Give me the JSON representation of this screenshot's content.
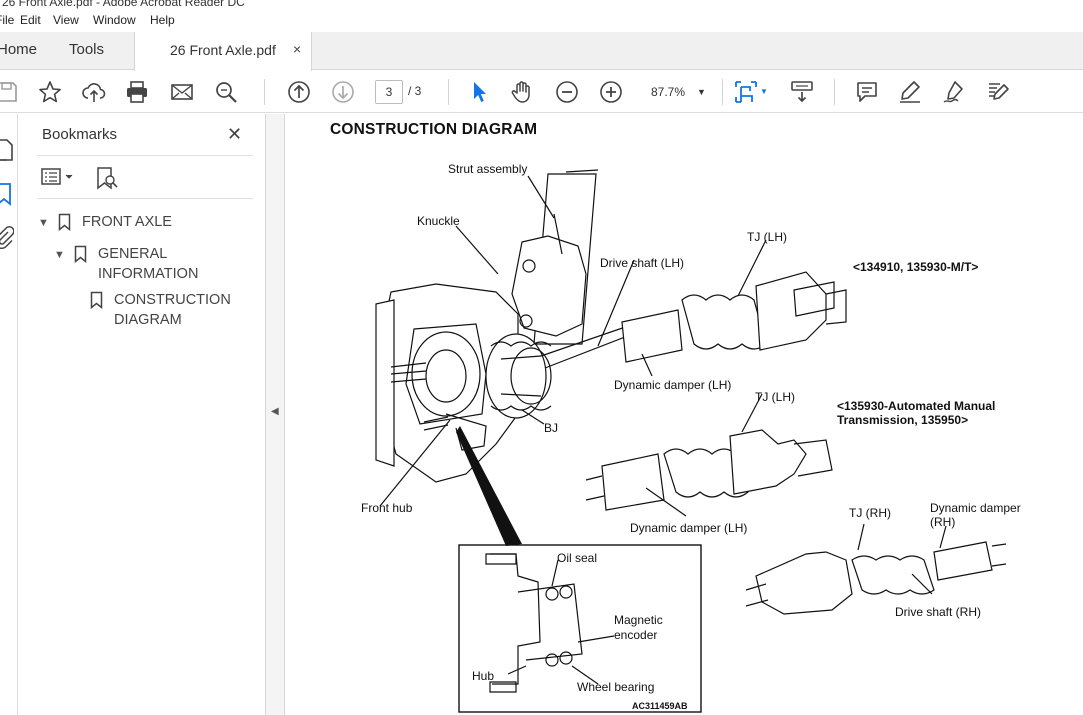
{
  "window": {
    "title": "26 Front Axle.pdf - Adobe Acrobat Reader DC"
  },
  "menu": [
    "File",
    "Edit",
    "View",
    "Window",
    "Help"
  ],
  "tabs": {
    "home": "Home",
    "tools": "Tools",
    "document": "26 Front Axle.pdf",
    "close_glyph": "×"
  },
  "toolbar": {
    "current_page": "3",
    "page_total": "/ 3",
    "zoom": "87.7%",
    "icons": [
      "save-icon",
      "star-icon",
      "upload-icon",
      "print-icon",
      "email-icon",
      "search-icon",
      "page-up-icon",
      "page-down-icon",
      "select-arrow-icon",
      "hand-icon",
      "zoom-out-icon",
      "zoom-in-icon",
      "fit-page-icon",
      "scroll-mode-icon",
      "comment-icon",
      "highlight-icon",
      "sign-icon",
      "edit-icon"
    ]
  },
  "bookmarks": {
    "header": "Bookmarks",
    "items": [
      {
        "label": "FRONT AXLE",
        "level": 0
      },
      {
        "label_line1": "GENERAL",
        "label_line2": "INFORMATION",
        "level": 1
      },
      {
        "label_line1": "CONSTRUCTION",
        "label_line2": "DIAGRAM",
        "level": 2
      }
    ]
  },
  "document": {
    "heading": "CONSTRUCTION DIAGRAM",
    "labels": {
      "strut_assembly": "Strut assembly",
      "knuckle": "Knuckle",
      "drive_shaft_lh": "Drive shaft (LH)",
      "tj_lh_1": "TJ (LH)",
      "model_mt": "<134910, 135930-M/T>",
      "dynamic_damper_lh_1": "Dynamic damper (LH)",
      "tj_lh_2": "TJ (LH)",
      "model_amt_1": "<135930-Automated Manual",
      "model_amt_2": "Transmission, 135950>",
      "bj": "BJ",
      "front_hub": "Front hub",
      "dynamic_damper_lh_2": "Dynamic damper (LH)",
      "tj_rh": "TJ (RH)",
      "dynamic_damper_rh_1": "Dynamic damper",
      "dynamic_damper_rh_2": "(RH)",
      "drive_shaft_rh": "Drive shaft (RH)",
      "oil_seal": "Oil seal",
      "magnetic_encoder_1": "Magnetic",
      "magnetic_encoder_2": "encoder",
      "hub": "Hub",
      "wheel_bearing": "Wheel bearing",
      "figure_code": "AC311459AB"
    }
  },
  "colors": {
    "accent": "#1473e6",
    "icon": "#444444",
    "tab_bg": "#f0f0f0"
  }
}
